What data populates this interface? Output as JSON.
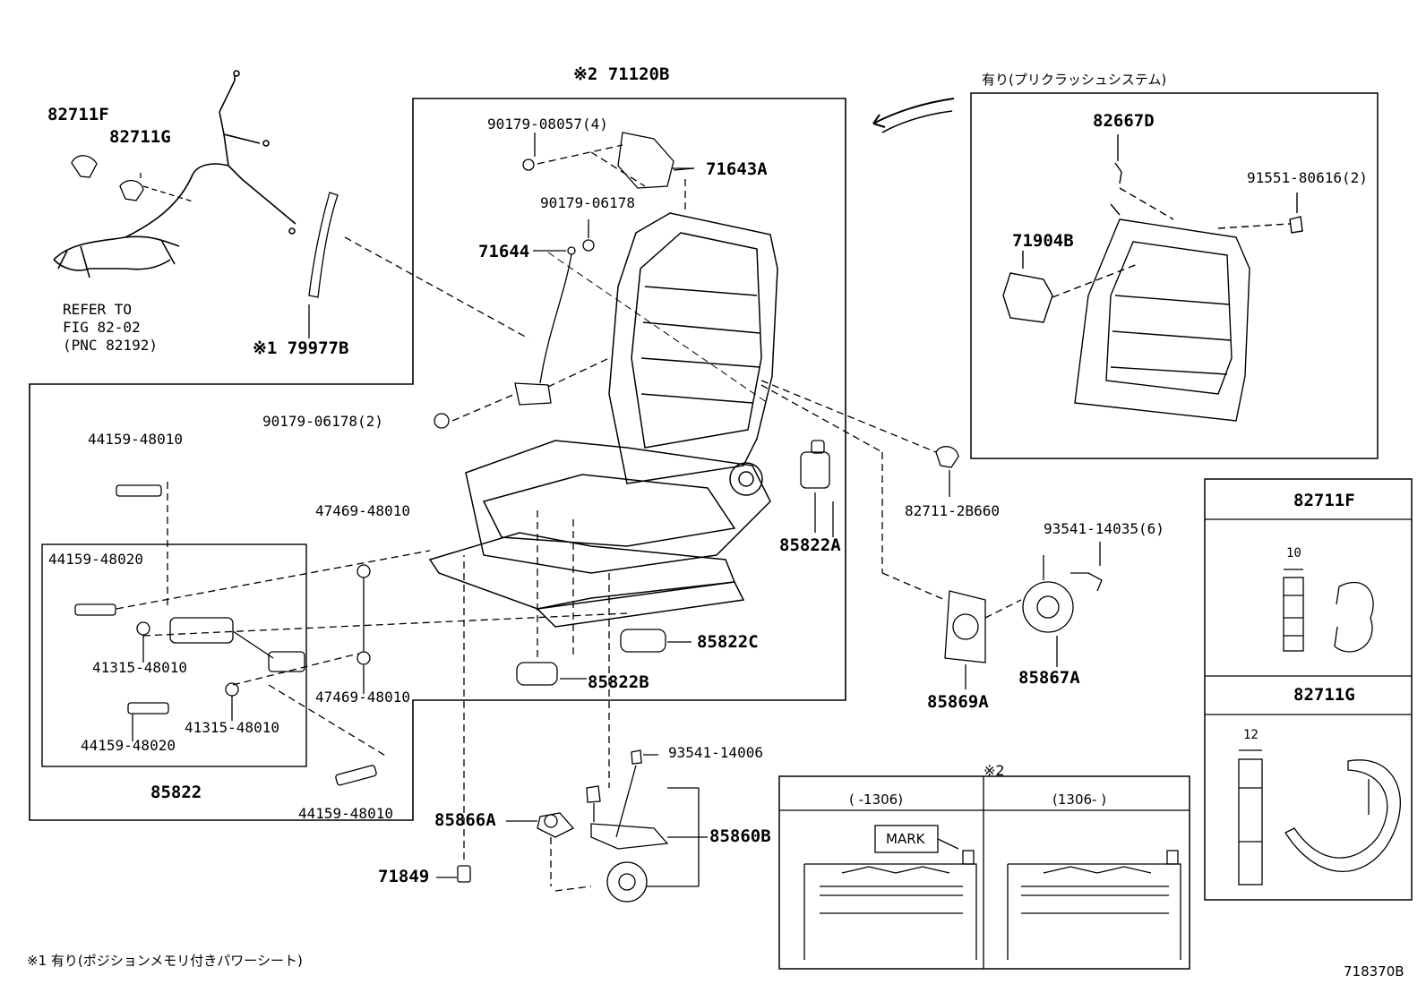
{
  "diagram": {
    "fig_id": "718370B",
    "labels": {
      "p82711F": "82711F",
      "p82711G": "82711G",
      "refer1": "REFER TO",
      "refer2": "FIG 82-02",
      "refer3": "(PNC 82192)",
      "p79977B": "※1 79977B",
      "p71120B": "※2 71120B",
      "p90179_08057": "90179-08057(4)",
      "p71643A": "71643A",
      "p90179_06178a": "90179-06178",
      "p71644": "71644",
      "p90179_06178b": "90179-06178(2)",
      "p44159_48010a": "44159-48010",
      "p47469_48010a": "47469-48010",
      "p44159_48020a": "44159-48020",
      "p41315_48010a": "41315-48010",
      "p47469_48010b": "47469-48010",
      "p41315_48010b": "41315-48010",
      "p44159_48020b": "44159-48020",
      "p85822": "85822",
      "p44159_48010b": "44159-48010",
      "p85822A": "85822A",
      "p85822C": "85822C",
      "p85822B": "85822B",
      "p93541_14006": "93541-14006",
      "p85866A": "85866A",
      "p85860B": "85860B",
      "p71849": "71849",
      "p82711_2B660": "82711-2B660",
      "p93541_14035": "93541-14035(6)",
      "p85869A": "85869A",
      "p85867A": "85867A",
      "precrash_title": "有り(プリクラッシュシステム)",
      "p82667D": "82667D",
      "p91551_80616": "91551-80616(2)",
      "p71904B": "71904B",
      "detail_f_title": "82711F",
      "detail_f_dim": "10",
      "detail_g_title": "82711G",
      "detail_g_dim": "12",
      "note2": "※2",
      "range_left": "(   -1306)",
      "range_right": "(1306-   )",
      "mark": "MARK",
      "footnote1": "※1 有り(ポジションメモリ付きパワーシート)"
    }
  }
}
